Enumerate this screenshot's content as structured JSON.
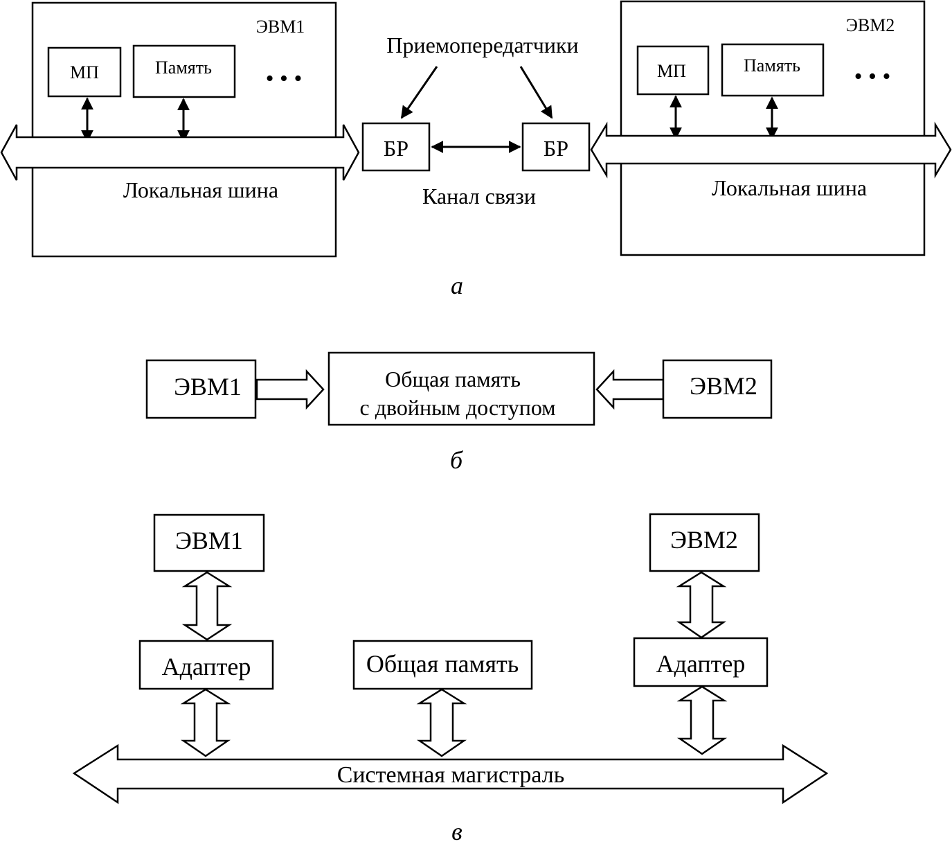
{
  "diagram_a": {
    "computer1": {
      "title": "ЭВМ1",
      "mp": "МП",
      "memory": "Память",
      "ellipsis": "• • •",
      "bus": "Локальная шина"
    },
    "computer2": {
      "title": "ЭВМ2",
      "mp": "МП",
      "memory": "Память",
      "ellipsis": "• • •",
      "bus": "Локальная шина"
    },
    "transceivers_label": "Приемопередатчики",
    "br_left": "БР",
    "br_right": "БР",
    "channel_label": "Канал связи",
    "caption": "а"
  },
  "diagram_b": {
    "computer1": "ЭВМ1",
    "shared_memory_line1": "Общая память",
    "shared_memory_line2": "с двойным доступом",
    "computer2": "ЭВМ2",
    "caption": "б"
  },
  "diagram_c": {
    "computer1": "ЭВМ1",
    "computer2": "ЭВМ2",
    "adapter1": "Адаптер",
    "adapter2": "Адаптер",
    "shared_memory": "Общая  память",
    "system_bus": "Системная магистраль",
    "caption": "в"
  }
}
